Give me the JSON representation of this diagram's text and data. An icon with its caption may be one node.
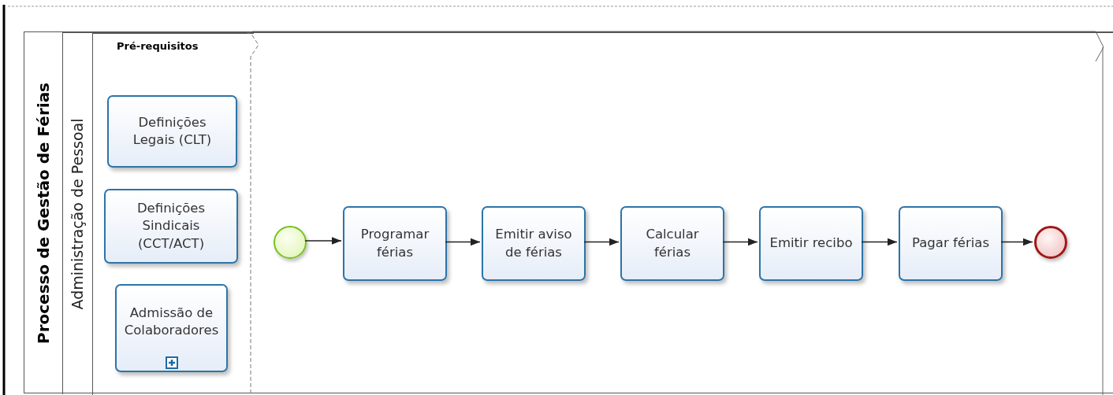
{
  "diagram": {
    "nodes": [
      {
        "text": [
          "Processo de Gestão de Férias"
        ]
      },
      {
        "text": [
          "Administração de Pessoal"
        ],
        "in": 0
      },
      {
        "text": [
          "Pré-requisitos"
        ],
        "in": 1
      },
      {
        "text": [
          "Definições Legais (CLT)"
        ],
        "in": 2
      },
      {
        "text": [
          "Definições Sindicais (CCT/ACT)"
        ],
        "in": 2
      },
      {
        "text": [
          "Admissão de Colaboradores"
        ],
        "in": 2
      },
      {
        "text": [],
        "shape": "circle",
        "in": 1
      },
      {
        "text": [
          "Programar férias"
        ],
        "in": 1
      },
      {
        "text": [
          "Emitir aviso de férias"
        ],
        "in": 1
      },
      {
        "text": [
          "Calcular férias"
        ],
        "in": 1
      },
      {
        "text": [
          "Emitir recibo"
        ],
        "in": 1
      },
      {
        "text": [
          "Pagar férias"
        ],
        "in": 1
      },
      {
        "text": [],
        "shape": "circle",
        "in": 1
      }
    ],
    "edges": [
      {
        "from": 6,
        "to": 7,
        "arrow": "to"
      },
      {
        "from": 7,
        "to": 8,
        "arrow": "to"
      },
      {
        "from": 8,
        "to": 9,
        "arrow": "to"
      },
      {
        "from": 9,
        "to": 10,
        "arrow": "to"
      },
      {
        "from": 10,
        "to": 11,
        "arrow": "to"
      },
      {
        "from": 11,
        "to": 12,
        "arrow": "to"
      }
    ]
  }
}
